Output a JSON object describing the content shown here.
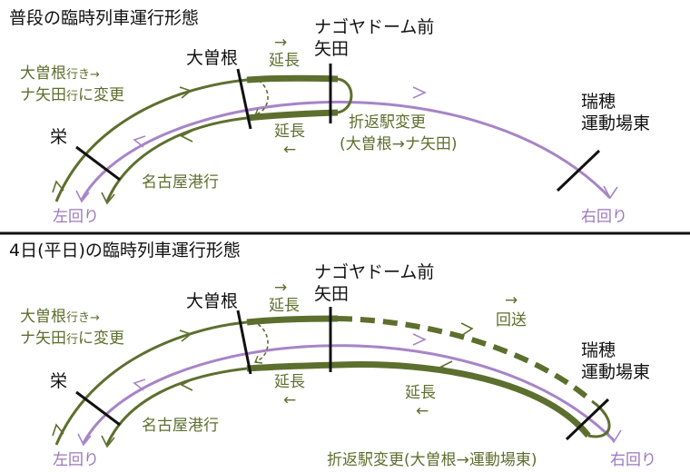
{
  "colors": {
    "green": "#5d6f2e",
    "purple": "#a784c8",
    "black": "#111111"
  },
  "panels": [
    {
      "title": "普段の臨時列車運行形態",
      "stations": {
        "sakae": "栄",
        "ozone": "大曽根",
        "nagoya_dome_1": "ナゴヤドーム前",
        "nagoya_dome_2": "矢田",
        "mizuho_1": "瑞穂",
        "mizuho_2": "運動場東"
      },
      "labels": {
        "change_line1_main": "大曽根",
        "change_line1_small": "行き→",
        "change_line2_main": "ナ矢田",
        "change_line2_small": "行",
        "change_line2_tail": "に変更",
        "extend_top_arrow": "→",
        "extend_top": "延長",
        "extend_bottom": "延長",
        "extend_bottom_arrow": "←",
        "nagoyako": "名古屋港行",
        "left_loop": "左回り",
        "right_loop": "右回り",
        "turnaround_1": "折返駅変更",
        "turnaround_2": "(大曽根→ナ矢田)"
      }
    },
    {
      "title": "4日(平日)の臨時列車運行形態",
      "stations": {
        "sakae": "栄",
        "ozone": "大曽根",
        "nagoya_dome_1": "ナゴヤドーム前",
        "nagoya_dome_2": "矢田",
        "mizuho_1": "瑞穂",
        "mizuho_2": "運動場東"
      },
      "labels": {
        "change_line1_main": "大曽根",
        "change_line1_small": "行き→",
        "change_line2_main": "ナ矢田",
        "change_line2_small": "行",
        "change_line2_tail": "に変更",
        "extend_top_arrow": "→",
        "extend_top": "延長",
        "extend_bottom": "延長",
        "extend_bottom_arrow": "←",
        "forward_arrow": "→",
        "forward": "回送",
        "extend_right": "延長",
        "extend_right_arrow": "←",
        "nagoyako": "名古屋港行",
        "left_loop": "左回り",
        "right_loop": "右回り",
        "turnaround": "折返駅変更(大曽根→運動場東)"
      }
    }
  ]
}
